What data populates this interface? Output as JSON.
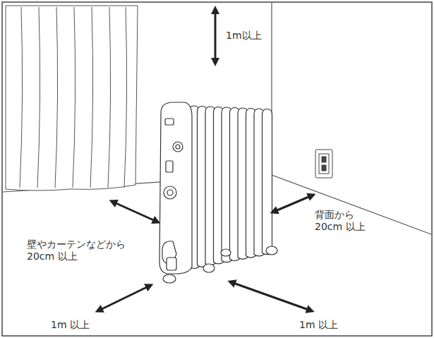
{
  "diagram": {
    "labels": [
      "1m以上",
      "壁やカーテンなどから 20cm 以上",
      "背面から 20cm 以上",
      "1m 以上",
      "1m 以上"
    ]
  }
}
